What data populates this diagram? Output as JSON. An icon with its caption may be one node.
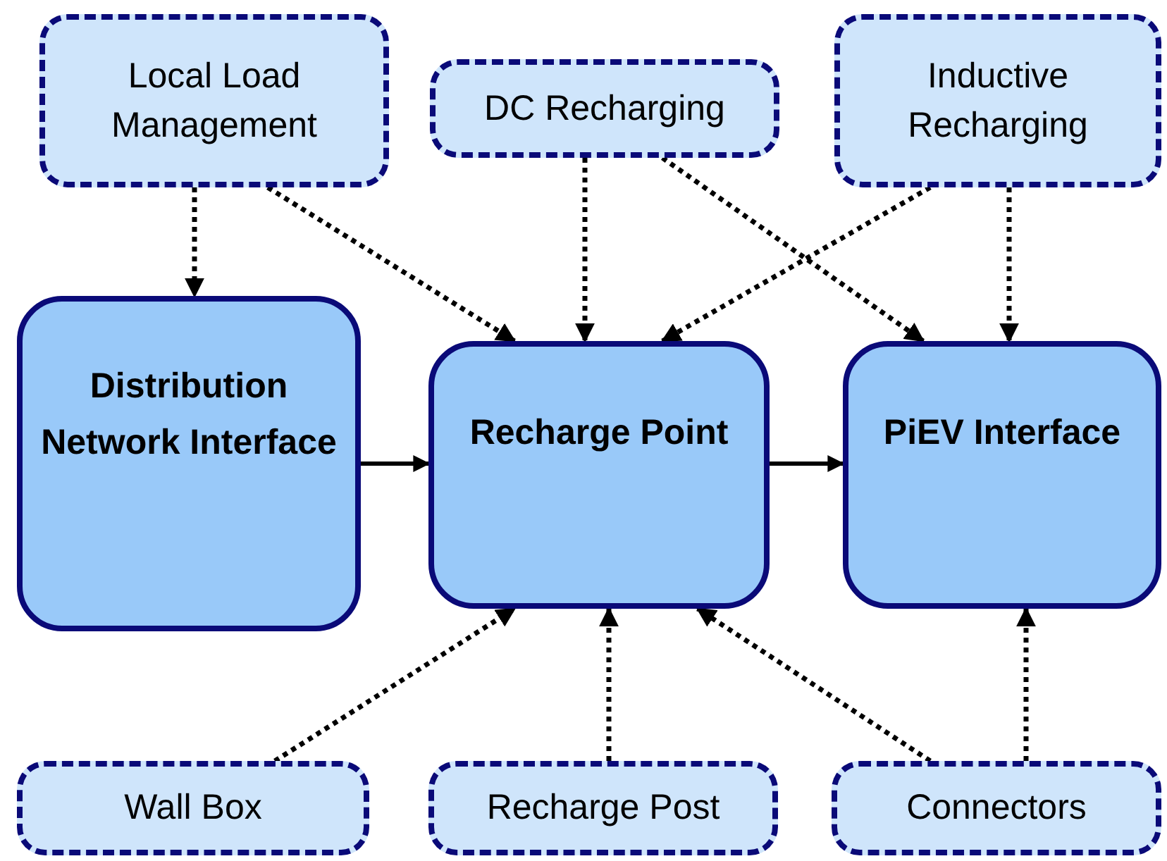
{
  "diagram": {
    "nodes": [
      {
        "text": [
          "Local Load Management"
        ]
      },
      {
        "text": [
          "DC Recharging"
        ]
      },
      {
        "text": [
          "Inductive Recharging"
        ]
      },
      {
        "text": [
          "Distribution Network Interface"
        ]
      },
      {
        "text": [
          "Recharge Point"
        ]
      },
      {
        "text": [
          "PiEV Interface"
        ]
      },
      {
        "text": [
          "Wall Box"
        ]
      },
      {
        "text": [
          "Recharge Post"
        ]
      },
      {
        "text": [
          "Connectors"
        ]
      }
    ],
    "edges": [
      {
        "from": 0,
        "to": 3,
        "arrow": "to",
        "style": "dashed"
      },
      {
        "from": 0,
        "to": 4,
        "arrow": "to",
        "style": "dashed"
      },
      {
        "from": 1,
        "to": 4,
        "arrow": "to",
        "style": "dashed"
      },
      {
        "from": 1,
        "to": 5,
        "arrow": "to",
        "style": "dashed"
      },
      {
        "from": 2,
        "to": 4,
        "arrow": "to",
        "style": "dashed"
      },
      {
        "from": 2,
        "to": 5,
        "arrow": "to",
        "style": "dashed"
      },
      {
        "from": 3,
        "to": 4,
        "arrow": "to"
      },
      {
        "from": 4,
        "to": 5,
        "arrow": "to"
      },
      {
        "from": 6,
        "to": 4,
        "arrow": "to",
        "style": "dashed"
      },
      {
        "from": 7,
        "to": 4,
        "arrow": "to",
        "style": "dashed"
      },
      {
        "from": 8,
        "to": 4,
        "arrow": "to",
        "style": "dashed"
      },
      {
        "from": 8,
        "to": 5,
        "arrow": "to",
        "style": "dashed"
      }
    ]
  }
}
